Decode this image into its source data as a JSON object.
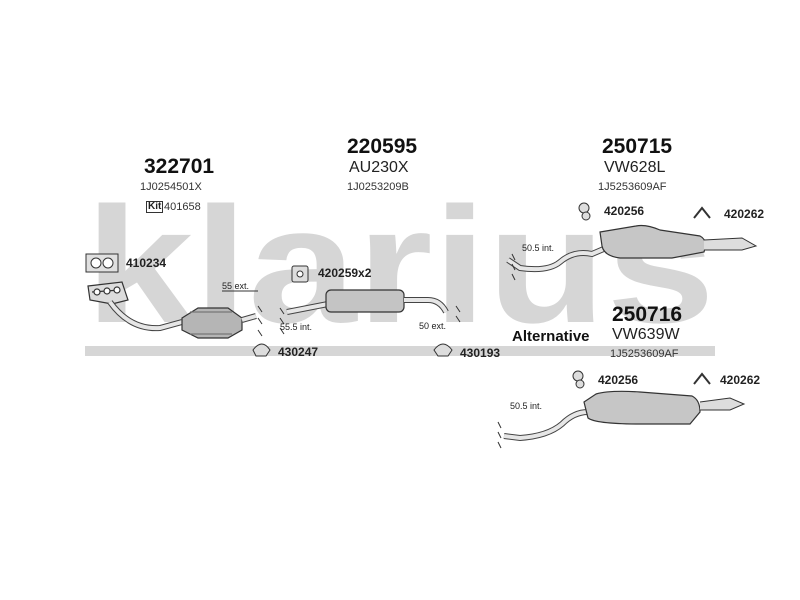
{
  "watermark": {
    "text": "klarius",
    "color": "#c8c8c8"
  },
  "cat_assembly": {
    "part_number": "322701",
    "oe_number": "1J0254501X",
    "kit_label": "Kit",
    "kit_number": "401658",
    "gasket_number": "410234",
    "dim_ext": "55 ext.",
    "dim_int": "55.5 int.",
    "clamp_number": "430247"
  },
  "center_assembly": {
    "part_number": "220595",
    "code": "AU230X",
    "oe_number": "1J0253209B",
    "hanger_label": "420259x2",
    "dim_ext": "50 ext.",
    "clamp_number": "430193"
  },
  "rear_assembly": {
    "part_number": "250715",
    "code": "VW628L",
    "oe_number": "1J5253609AF",
    "mount_left": "420256",
    "mount_right": "420262",
    "dim_int": "50.5 int."
  },
  "alternative_assembly": {
    "label": "Alternative",
    "part_number": "250716",
    "code": "VW639W",
    "oe_number": "1J5253609AF",
    "mount_left": "420256",
    "mount_right": "420262",
    "dim_int": "50.5 int."
  }
}
